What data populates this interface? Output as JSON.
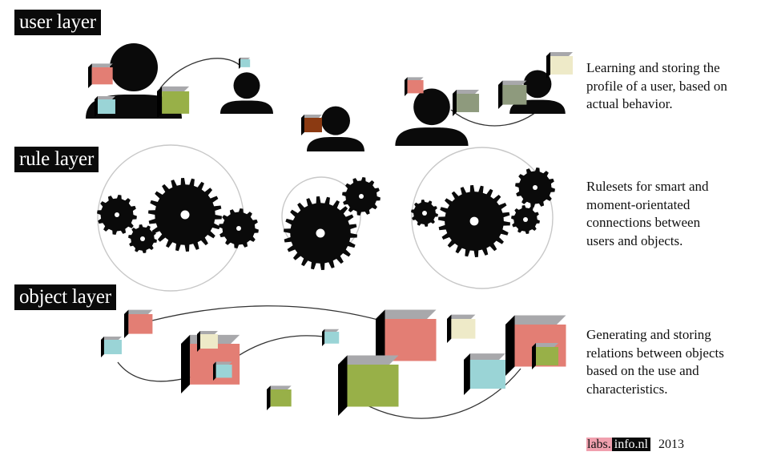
{
  "layers": [
    {
      "label": "user layer",
      "description": [
        "Learning and storing the",
        "profile of a user, based on",
        "actual behavior."
      ]
    },
    {
      "label": "rule layer",
      "description": [
        "Rulesets for smart and",
        "moment-orientated",
        "connections between",
        "users and objects."
      ]
    },
    {
      "label": "object layer",
      "description": [
        "Generating and storing",
        "relations between objects",
        "based on the use and",
        "characteristics."
      ]
    }
  ],
  "footer": {
    "brand_part1": "labs.",
    "brand_part2": "info.nl",
    "year": "2013"
  },
  "colors": {
    "ink": "#0a0a0a",
    "side": "#000000",
    "top": "#a8a8ab",
    "salmon": "#e37e74",
    "cyan": "#9ad4d6",
    "olive": "#98b048",
    "cream": "#eeeac8",
    "sage": "#8e9a7d",
    "rust": "#8b3a12",
    "pink": "#f0a0ae"
  }
}
